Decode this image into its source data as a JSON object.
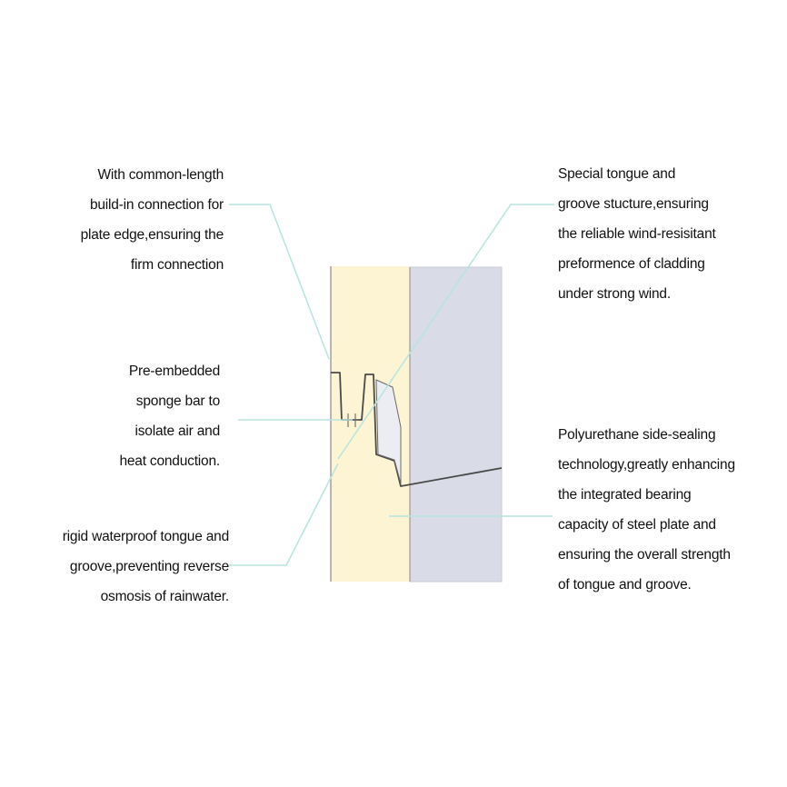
{
  "colors": {
    "foam": "#fdf4d3",
    "panel": "#d9dbe6",
    "outline": "#4a4a4a",
    "leader": "#b8e4e0",
    "text": "#111111"
  },
  "callouts": {
    "common_length": {
      "lines": [
        "With common-length",
        "build-in connection for",
        "plate edge,ensuring the",
        "firm connection"
      ]
    },
    "sponge_bar": {
      "lines": [
        "Pre-embedded",
        "sponge bar to",
        "isolate air and",
        "heat conduction."
      ]
    },
    "waterproof": {
      "lines": [
        "rigid waterproof tongue and",
        "groove,preventing reverse",
        "osmosis of rainwater."
      ]
    },
    "tongue_groove": {
      "lines": [
        "Special tongue and",
        "groove stucture,ensuring",
        "the reliable wind-resisitant",
        "preformence of cladding",
        "under strong wind."
      ]
    },
    "side_sealing": {
      "lines": [
        "Polyurethane side-sealing",
        "technology,greatly enhancing",
        "the integrated bearing",
        "capacity of steel plate and",
        "ensuring the overall strength",
        "of tongue and groove."
      ]
    }
  }
}
